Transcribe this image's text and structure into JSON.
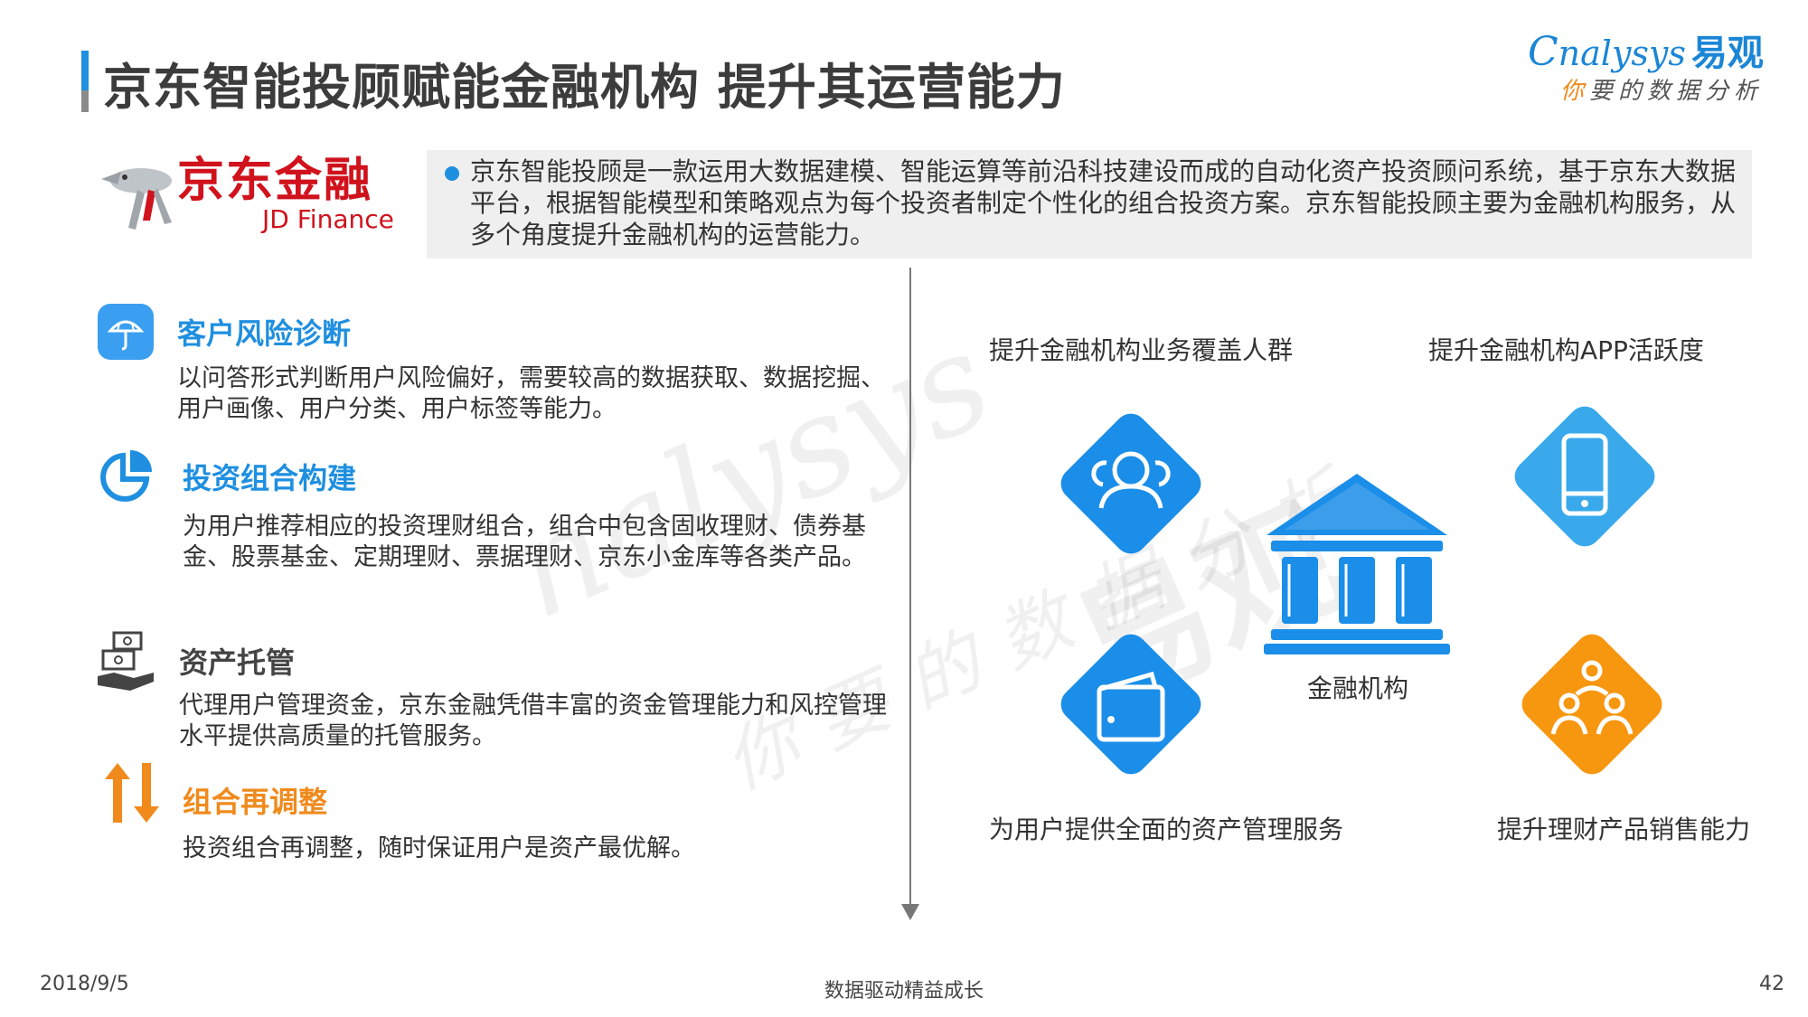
{
  "header": {
    "title": "京东智能投顾赋能金融机构 提升其运营能力",
    "brand_name": "nalysys",
    "brand_cn": "易观",
    "brand_slogan_first": "你",
    "brand_slogan_rest": "要的数据分析"
  },
  "logo": {
    "cn": "京东金融",
    "en": "JD Finance"
  },
  "intro": {
    "text": "京东智能投顾是一款运用大数据建模、智能运算等前沿科技建设而成的自动化资产投资顾问系统，基于京东大数据平台，根据智能模型和策略观点为每个投资者制定个性化的组合投资方案。京东智能投顾主要为金融机构服务，从多个角度提升金融机构的运营能力。"
  },
  "features": [
    {
      "title": "客户风险诊断",
      "desc": "以问答形式判断用户风险偏好，需要较高的数据获取、数据挖掘、用户画像、用户分类、用户标签等能力。",
      "icon": "umbrella-icon",
      "color": "#1f8fe0"
    },
    {
      "title": "投资组合构建",
      "desc": "为用户推荐相应的投资理财组合，组合中包含固收理财、债券基金、股票基金、定期理财、票据理财、京东小金库等各类产品。",
      "icon": "pie-chart-icon",
      "color": "#1f8fe0"
    },
    {
      "title": "资产托管",
      "desc": "代理用户管理资金，京东金融凭借丰富的资金管理能力和风控管理水平提供高质量的托管服务。",
      "icon": "money-hand-icon",
      "color": "#444444"
    },
    {
      "title": "组合再调整",
      "desc": "投资组合再调整，随时保证用户是资产最优解。",
      "icon": "up-down-arrows-icon",
      "color": "#f08a1c"
    }
  ],
  "diagram": {
    "top_left": "提升金融机构业务覆盖人群",
    "top_right": "提升金融机构APP活跃度",
    "bottom_left": "为用户提供全面的资产管理服务",
    "bottom_right": "提升理财产品销售能力",
    "center": "金融机构",
    "colors": {
      "blue": "#1a8ee8",
      "light_blue": "#3aa9ec",
      "orange": "#f7960f"
    }
  },
  "watermark": {
    "latin": "nalysys",
    "cn": "易观",
    "slogan": "你要的数据分析"
  },
  "footer": {
    "date": "2018/9/5",
    "slogan": "数据驱动精益成长",
    "page": "42"
  }
}
